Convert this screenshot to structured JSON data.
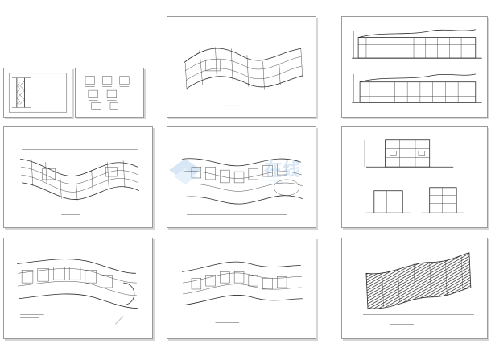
{
  "sheets": [
    {
      "id": "s1",
      "kind": "stair-section",
      "caption": ""
    },
    {
      "id": "s2",
      "kind": "detail-thumbnails",
      "caption": ""
    },
    {
      "id": "s3",
      "kind": "curved-plan-top",
      "caption": ""
    },
    {
      "id": "s4",
      "kind": "elevations-pair",
      "caption": ""
    },
    {
      "id": "s5",
      "kind": "curved-plan",
      "caption": ""
    },
    {
      "id": "s6",
      "kind": "curved-plan-rooms",
      "caption": ""
    },
    {
      "id": "s7",
      "kind": "elevations-side",
      "caption": ""
    },
    {
      "id": "s8",
      "kind": "curved-plan-ground",
      "caption": ""
    },
    {
      "id": "s9",
      "kind": "curved-plan-upper",
      "caption": ""
    },
    {
      "id": "s10",
      "kind": "roof-plan-hatched",
      "caption": ""
    }
  ],
  "watermark": {
    "brand": "在线",
    "sub": ".com",
    "icon": "watermark-logo-icon"
  },
  "colors": {
    "line": "#2a2a2a",
    "border": "#9a9a9a",
    "watermark": "#2f7fcf"
  }
}
